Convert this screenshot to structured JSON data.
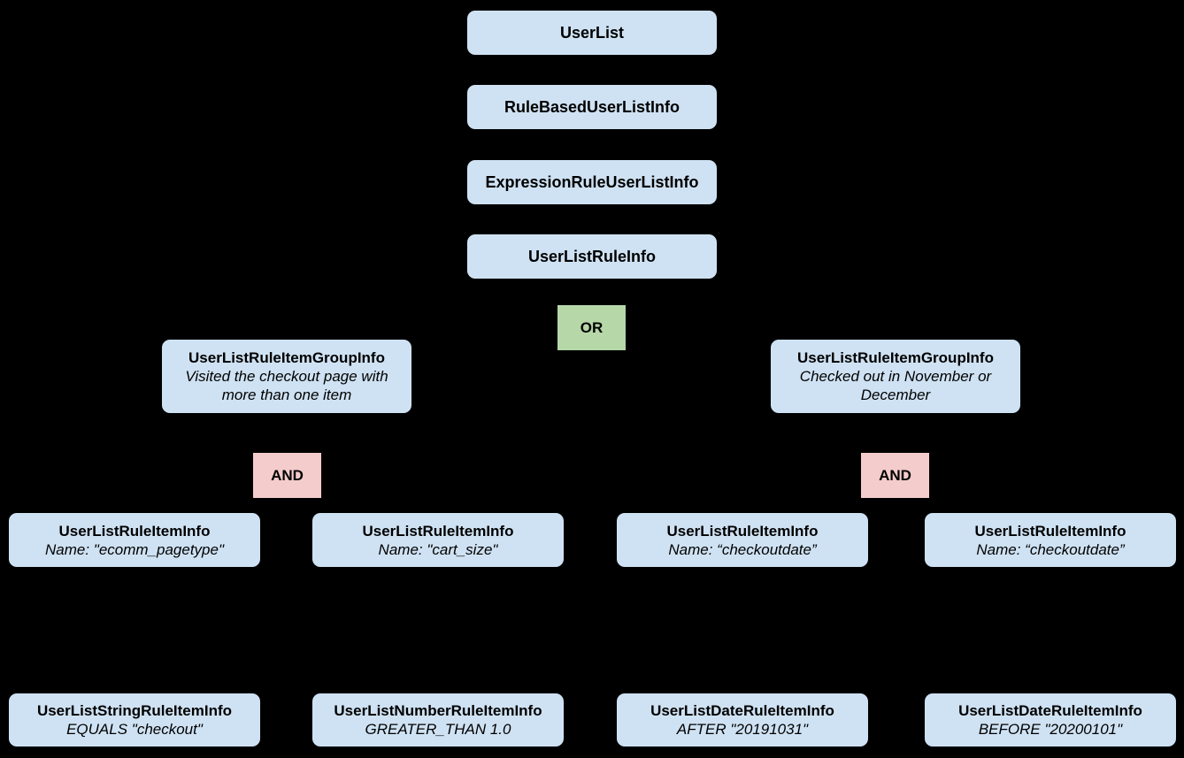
{
  "diagram": {
    "colors": {
      "background": "#000000",
      "node_fill": "#cfe2f3",
      "or_fill": "#b6d7a8",
      "and_fill": "#f4cccc",
      "text": "#000000"
    },
    "chain": [
      {
        "label": "UserList"
      },
      {
        "label": "RuleBasedUserListInfo"
      },
      {
        "label": "ExpressionRuleUserListInfo"
      },
      {
        "label": "UserListRuleInfo"
      }
    ],
    "or_operator": {
      "label": "OR"
    },
    "and_operators": [
      {
        "label": "AND"
      },
      {
        "label": "AND"
      }
    ],
    "groups": [
      {
        "title": "UserListRuleItemGroupInfo",
        "subtitle": "Visited the checkout page with more than one item"
      },
      {
        "title": "UserListRuleItemGroupInfo",
        "subtitle": "Checked out in November or December"
      }
    ],
    "rule_items": [
      {
        "title": "UserListRuleItemInfo",
        "subtitle": "Name: \"ecomm_pagetype\""
      },
      {
        "title": "UserListRuleItemInfo",
        "subtitle": "Name: \"cart_size\""
      },
      {
        "title": "UserListRuleItemInfo",
        "subtitle": "Name: “checkoutdate”"
      },
      {
        "title": "UserListRuleItemInfo",
        "subtitle": "Name: “checkoutdate”"
      }
    ],
    "operands": [
      {
        "title": "UserListStringRuleItemInfo",
        "subtitle": "EQUALS \"checkout\""
      },
      {
        "title": "UserListNumberRuleItemInfo",
        "subtitle": "GREATER_THAN 1.0"
      },
      {
        "title": "UserListDateRuleItemInfo",
        "subtitle": "AFTER \"20191031\""
      },
      {
        "title": "UserListDateRuleItemInfo",
        "subtitle": "BEFORE \"20200101\""
      }
    ]
  }
}
